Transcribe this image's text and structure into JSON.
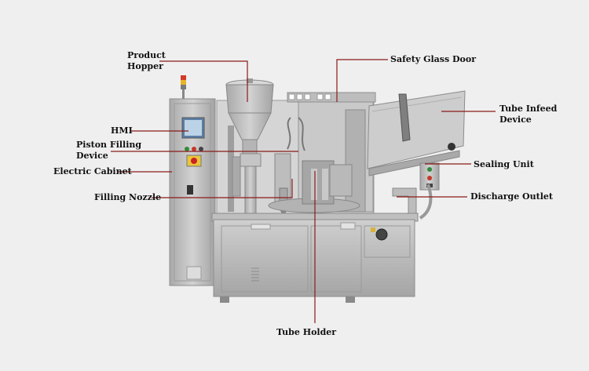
{
  "labels": {
    "product_hopper": {
      "line1": "Product",
      "line2": "Hopper"
    },
    "safety_glass_door": "Safety Glass Door",
    "tube_infeed_device": {
      "line1": "Tube Infeed",
      "line2": "Device"
    },
    "hmi": "HMI",
    "piston_filling_device": {
      "line1": "Piston Filling",
      "line2": "Device"
    },
    "electric_cabinet": "Electric Cabinet",
    "sealing_unit": "Sealing Unit",
    "filling_nozzle": "Filling Nozzle",
    "discharge_outlet": "Discharge Outlet",
    "tube_holder": "Tube Holder"
  },
  "colors": {
    "background": "#efefef",
    "leader_line": "#8b1a1a",
    "machine_steel": "#b9b9b9",
    "label_text": "#111111"
  }
}
